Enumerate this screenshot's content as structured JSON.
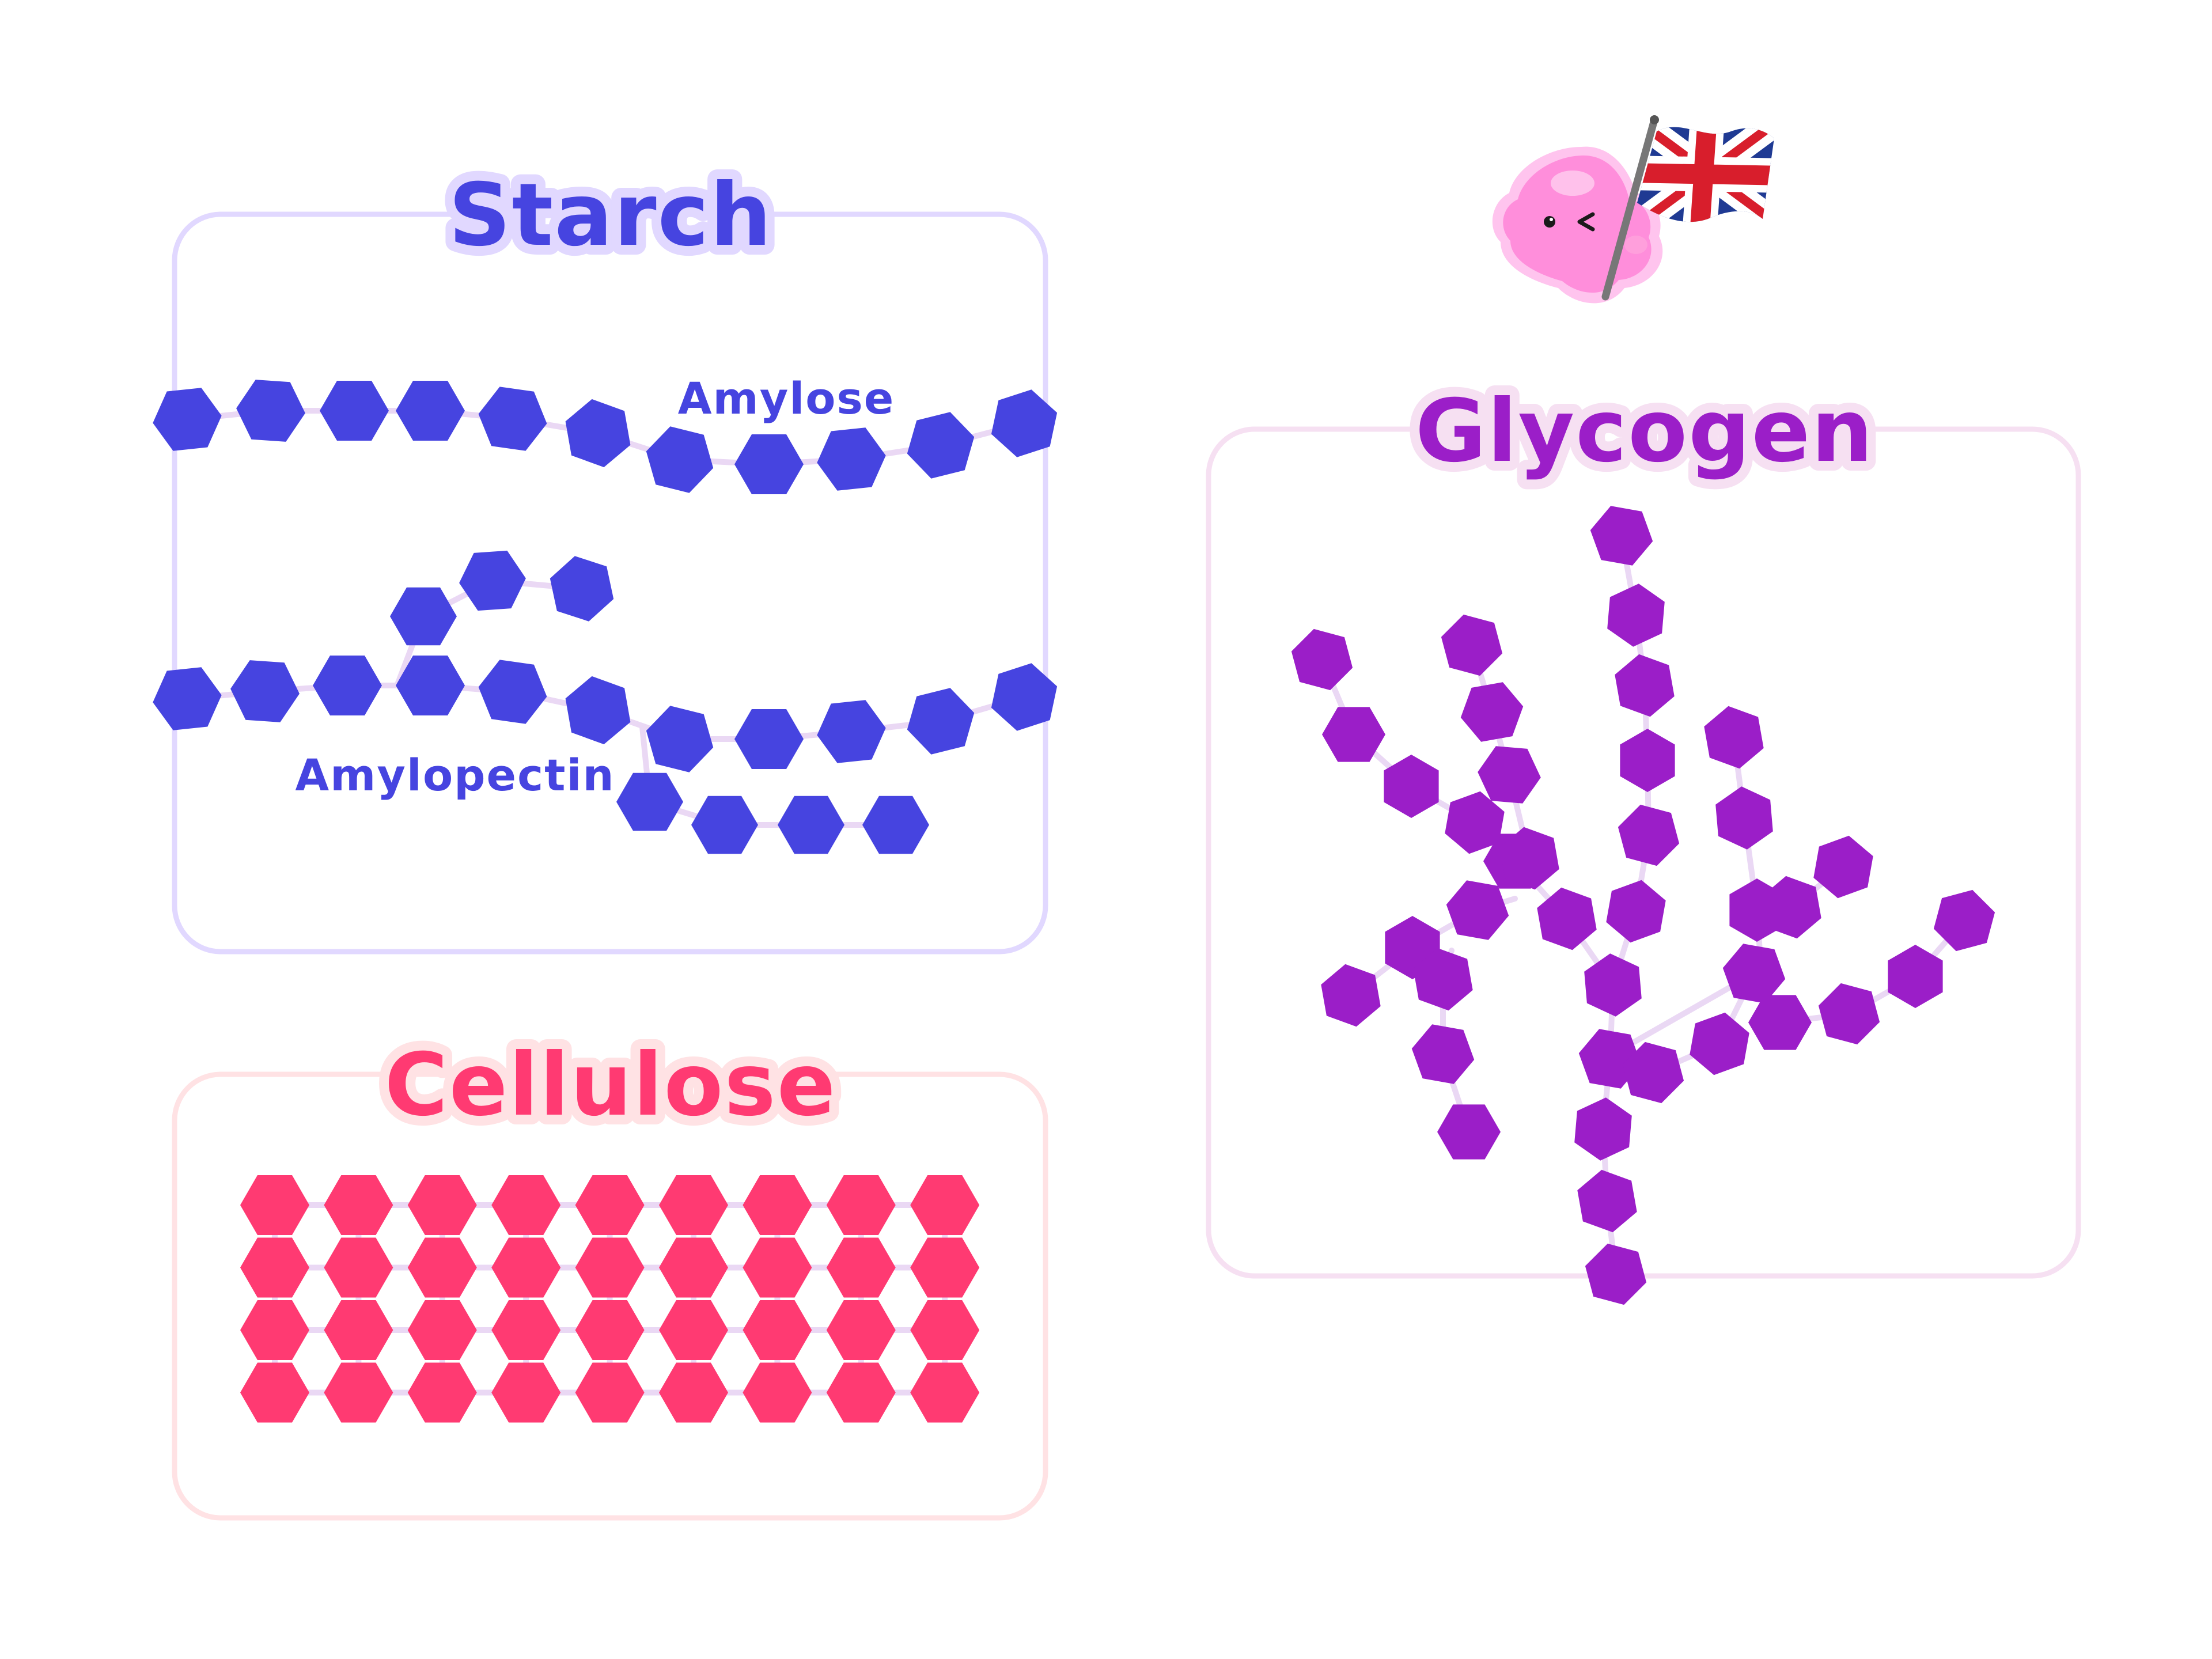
{
  "colors": {
    "starch": "#4644e0",
    "starch_frame": "#e1d8ff",
    "glycogen": "#9b1ec8",
    "glycogen_frame": "#f6e0f2",
    "cellulose": "#ff3a72",
    "cellulose_frame": "#ffe2e4",
    "link": "#ead8f4",
    "mascot": "#ff8edb"
  },
  "panels": {
    "starch": {
      "title": "Starch",
      "amylose_label": "Amylose",
      "amylopectin_label": "Amylopectin"
    },
    "glycogen": {
      "title": "Glycogen"
    },
    "cellulose": {
      "title": "Cellulose"
    }
  },
  "icons": {
    "mascot": "pink-blob-mascot-icon",
    "flag": "union-jack-flag-icon"
  }
}
